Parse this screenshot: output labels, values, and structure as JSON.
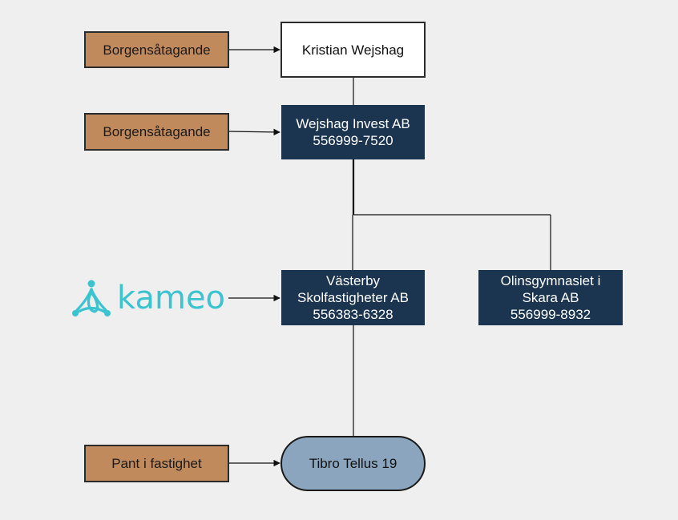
{
  "colors": {
    "tan": "#c08a5d",
    "navy": "#1b3550",
    "pill": "#8aa5bd",
    "brand_teal": "#3cc3d0",
    "background": "#efefef"
  },
  "nodes": {
    "guarantee_1": "Borgensåtagande",
    "guarantee_2": "Borgensåtagande",
    "pledge": "Pant i fastighet",
    "person": "Kristian Wejshag",
    "holding": {
      "name": "Wejshag Invest AB",
      "org_nr": "556999-7520"
    },
    "subsidiary_1": {
      "name_line1": "Västerby",
      "name_line2": "Skolfastigheter AB",
      "org_nr": "556383-6328"
    },
    "subsidiary_2": {
      "name_line1": "Olinsgymnasiet i",
      "name_line2": "Skara AB",
      "org_nr": "556999-8932"
    },
    "property": "Tibro Tellus 19"
  },
  "logo": {
    "text": "kameo",
    "icon": "kameo-logo-icon"
  }
}
